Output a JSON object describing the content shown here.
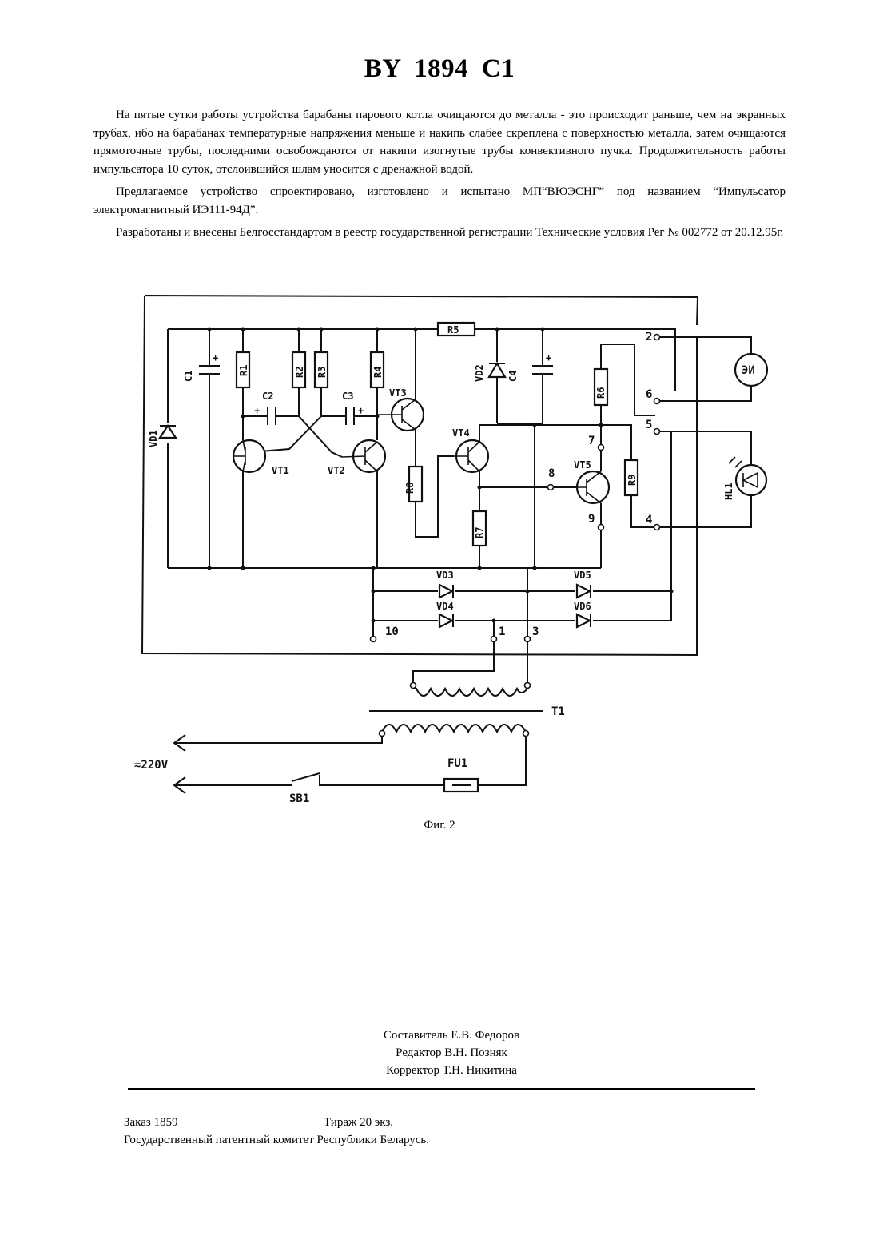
{
  "header": {
    "title": "BY 1894 C1"
  },
  "body": {
    "paragraphs": [
      "На пятые сутки работы устройства барабаны парового котла очищаются до металла - это происходит раньше, чем на экранных трубах, ибо на барабанах температурные напряжения меньше и накипь слабее скреплена с поверхностью металла, затем очищаются прямоточные трубы, последними освобождаются от накипи изогнутые трубы конвективного пучка. Продолжительность работы импульсатора 10 суток, отсло­ившийся шлам уносится с дренажной водой.",
      "Предлагаемое устройство спроектировано, изготовлено и испытано МП“ВЮЭСНГ” под названием “Им­пульсатор электромагнитный ИЭ111-94Д”.",
      "Разработаны и внесены Белгосстандартом в реестр государственной регистрации Технические условия Рег № 002772 от 20.12.95г."
    ]
  },
  "figure": {
    "caption": "Фиг. 2",
    "labels": {
      "C1": "C1",
      "C2": "C2",
      "C3": "C3",
      "C4": "C4",
      "R1": "R1",
      "R2": "R2",
      "R3": "R3",
      "R4": "R4",
      "R5": "R5",
      "R6": "R6",
      "R7": "R7",
      "R8": "R8",
      "R9": "R9",
      "VD1": "VD1",
      "VD2": "VD2",
      "VD3": "VD3",
      "VD4": "VD4",
      "VD5": "VD5",
      "VD6": "VD6",
      "VT1": "VT1",
      "VT2": "VT2",
      "VT3": "VT3",
      "VT4": "VT4",
      "VT5": "VT5",
      "EI": "ЭИ",
      "HL1": "HL1",
      "T1": "T1",
      "FU1": "FU1",
      "SB1": "SB1",
      "supply": "≂220V",
      "plus": "+",
      "t1": "1",
      "t2": "2",
      "t3": "3",
      "t4": "4",
      "t5": "5",
      "t6": "6",
      "t7": "7",
      "t8": "8",
      "t9": "9",
      "t10": "10"
    }
  },
  "credits": {
    "compiler": "Составитель Е.В. Федоров",
    "editor": "Редактор В.Н. Позняк",
    "proofreader": "Корректор Т.Н. Никитина"
  },
  "footer": {
    "order": "Заказ   1859",
    "circulation": "Тираж  20 экз.",
    "publisher": "Государственный патентный комитет Республики Беларусь."
  }
}
